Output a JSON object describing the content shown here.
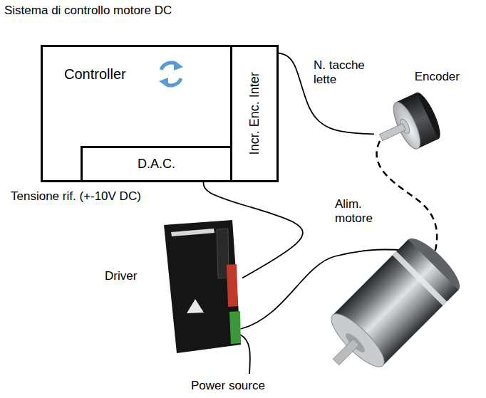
{
  "diagram": {
    "title": "Sistema di controllo motore DC",
    "nodes": [
      {
        "text": [
          "Controller"
        ]
      },
      {
        "text": [
          "D.A.C."
        ],
        "in": 0
      },
      {
        "text": [
          "Incr. Enc. Inter"
        ],
        "in": 0
      },
      {
        "text": [
          "Encoder"
        ]
      },
      {
        "text": [
          "Driver"
        ]
      }
    ],
    "edges": [
      {
        "from": 2,
        "to": 3,
        "arrow": "none",
        "label": "N. tacche lette"
      },
      {
        "from": 1,
        "to": 4,
        "arrow": "none",
        "label": "Tensione rif. (+-10V DC)"
      }
    ],
    "labels": [
      "Alim. motore",
      "Power source"
    ]
  }
}
